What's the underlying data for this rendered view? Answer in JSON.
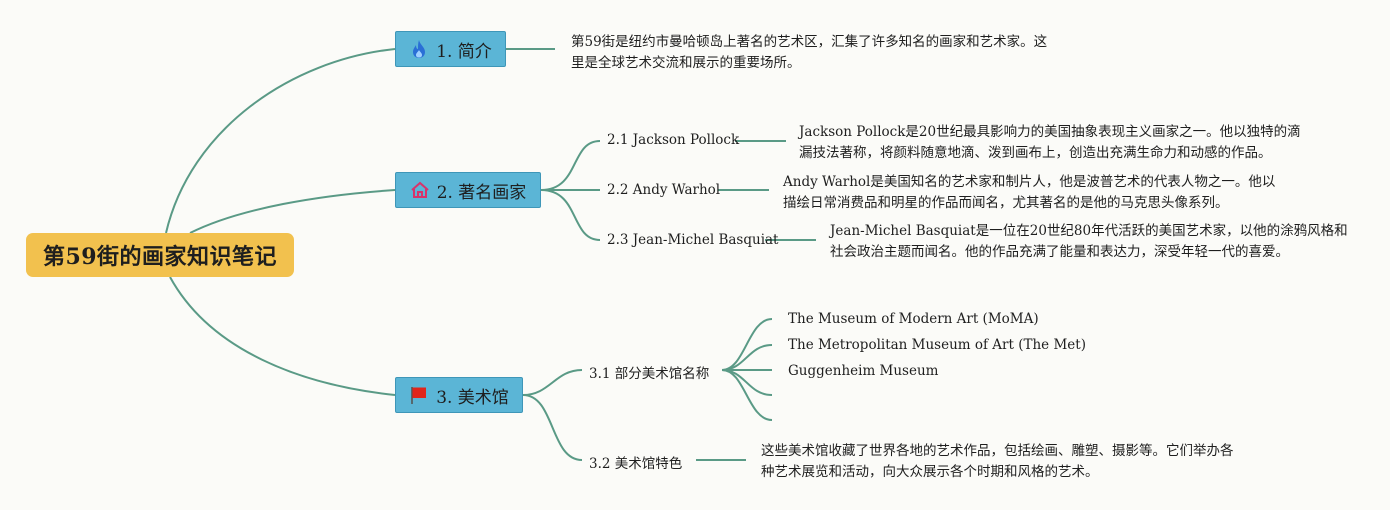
{
  "root": {
    "title": "第59街的画家知识笔记"
  },
  "topics": [
    {
      "label": "1. 简介",
      "icon": "fire-icon",
      "description": [
        "第59街是纽约市曼哈顿岛上著名的艺术区，汇集了许多知名的画家和艺术家。这",
        "里是全球艺术交流和展示的重要场所。"
      ]
    },
    {
      "label": "2. 著名画家",
      "icon": "house-icon",
      "children": [
        {
          "label": "2.1 Jackson Pollock",
          "description": [
            "Jackson Pollock是20世纪最具影响力的美国抽象表现主义画家之一。他以独特的滴",
            "漏技法著称，将颜料随意地滴、泼到画布上，创造出充满生命力和动感的作品。"
          ]
        },
        {
          "label": "2.2 Andy Warhol",
          "description": [
            "Andy Warhol是美国知名的艺术家和制片人，他是波普艺术的代表人物之一。他以",
            "描绘日常消费品和明星的作品而闻名，尤其著名的是他的马克思头像系列。"
          ]
        },
        {
          "label": "2.3 Jean-Michel Basquiat",
          "description": [
            "Jean-Michel Basquiat是一位在20世纪80年代活跃的美国艺术家，以他的涂鸦风格和",
            "社会政治主题而闻名。他的作品充满了能量和表达力，深受年轻一代的喜爱。"
          ]
        }
      ]
    },
    {
      "label": "3. 美术馆",
      "icon": "red-flag-icon",
      "children": [
        {
          "label": "3.1 部分美术馆名称",
          "items": [
            "The Museum of Modern Art (MoMA)",
            "The Metropolitan Museum of Art (The Met)",
            "Guggenheim Museum",
            "",
            ""
          ]
        },
        {
          "label": "3.2 美术馆特色",
          "description": [
            "这些美术馆收藏了世界各地的艺术作品，包括绘画、雕塑、摄影等。它们举办各",
            "种艺术展览和活动，向大众展示各个时期和风格的艺术。"
          ]
        }
      ]
    }
  ],
  "colors": {
    "root": "#f2c14e",
    "topic": "#5bb5d6",
    "line": "#5a9a86",
    "background": "#fbfbf8"
  }
}
